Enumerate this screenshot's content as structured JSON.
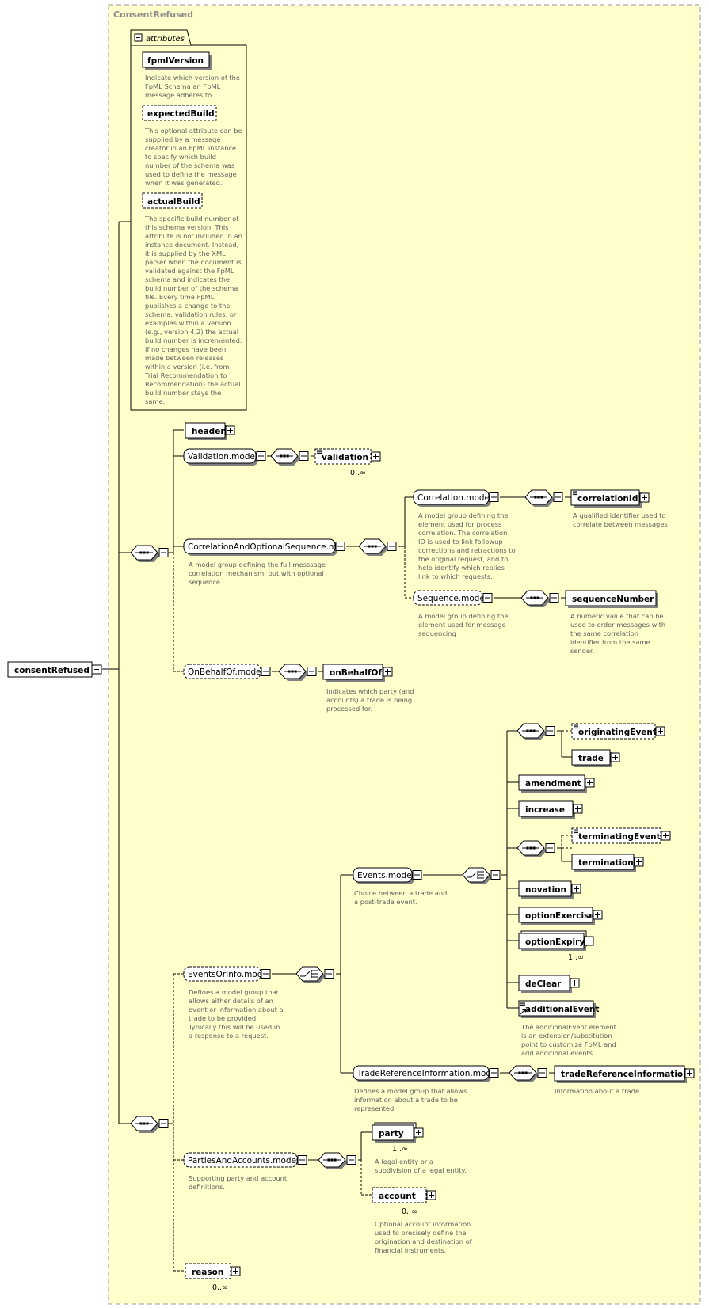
{
  "colors": {
    "canvas": "#ffffcc",
    "border": "#9a9a9a",
    "line": "#000000",
    "doc": "#606060"
  },
  "title": "ConsentRefused",
  "root": {
    "name": "consentRefused"
  },
  "attributes": {
    "header": "attributes",
    "items": [
      {
        "name": "fpmlVersion",
        "optional": false,
        "doc": [
          "Indicate which version of the",
          "FpML Schema an FpML",
          "message adheres to."
        ]
      },
      {
        "name": "expectedBuild",
        "optional": true,
        "doc": [
          "This optional attribute can be",
          "supplied by a message",
          "creator in an FpML instance",
          "to specify which build",
          "number of the schema was",
          "used to define the message",
          "when it was generated."
        ]
      },
      {
        "name": "actualBuild",
        "optional": true,
        "doc": [
          "The specific build number of",
          "this schema version. This",
          "attribute is not included in an",
          "instance document. Instead,",
          "it is supplied by the XML",
          "parser when the document is",
          "validated against the FpML",
          "schema and indicates the",
          "build number of the schema",
          "file. Every time FpML",
          "publishes a change to the",
          "schema, validation rules, or",
          "examples within a version",
          "(e.g., version 4.2) the actual",
          "build number is incremented.",
          "If no changes have been",
          "made between releases",
          "within a version (i.e. from",
          "Trial Recommendation to",
          "Recommendation) the actual",
          "build number stays the",
          "same."
        ]
      }
    ]
  },
  "nodes": {
    "header": {
      "label": "header"
    },
    "validation_model": {
      "label": "Validation.model"
    },
    "validation": {
      "label": "validation",
      "occurs": "0..∞"
    },
    "corr_opt_seq": {
      "label": "CorrelationAndOptionalSequence.mo...",
      "doc": [
        "A model group defining the full messsage",
        "correlation mechanism, but with optional",
        "sequence"
      ]
    },
    "correlation_model": {
      "label": "Correlation.model",
      "doc": [
        "A model group defining the",
        "element used for process",
        "correlation. The correlation",
        "ID is used to link followup",
        "corrections and retractions to",
        "the original request, and to",
        "help identify which replies",
        "link to which requests."
      ]
    },
    "correlationId": {
      "label": "correlationId",
      "doc": [
        "A qualified identifier used to",
        "correlate between messages"
      ]
    },
    "sequence_model": {
      "label": "Sequence.model",
      "doc": [
        "A model group defining the",
        "element used for message",
        "sequencing"
      ]
    },
    "sequenceNumber": {
      "label": "sequenceNumber",
      "doc": [
        "A numeric value that can be",
        "used to order messages with",
        "the same correlation",
        "identifier from the same",
        "sender."
      ]
    },
    "onbehalfof_model": {
      "label": "OnBehalfOf.model"
    },
    "onBehalfOf": {
      "label": "onBehalfOf",
      "doc": [
        "Indicates which party (and",
        "accounts) a trade is being",
        "processed for."
      ]
    },
    "originatingEvent": {
      "label": "originatingEvent"
    },
    "trade": {
      "label": "trade"
    },
    "amendment": {
      "label": "amendment"
    },
    "increase": {
      "label": "increase"
    },
    "terminatingEvent": {
      "label": "terminatingEvent"
    },
    "termination": {
      "label": "termination"
    },
    "events_model": {
      "label": "Events.model",
      "doc": [
        "Choice between a trade and",
        "a post-trade event."
      ]
    },
    "novation": {
      "label": "novation"
    },
    "optionExercise": {
      "label": "optionExercise"
    },
    "optionExpiry": {
      "label": "optionExpiry",
      "occurs": "1..∞"
    },
    "deClear": {
      "label": "deClear"
    },
    "additionalEvent": {
      "label": "additionalEvent",
      "doc": [
        "The additionalEvent element",
        "is an extension/substitution",
        "point to customize FpML and",
        "add additional events."
      ]
    },
    "eventsorinfo_model": {
      "label": "EventsOrInfo.model",
      "doc": [
        "Defines a model group that",
        "allows either details of an",
        "event or information about a",
        "trade to be provided.",
        "Typically this will be used in",
        "a response to a request."
      ]
    },
    "tradeRefInfo_model": {
      "label": "TradeReferenceInformation.model",
      "doc": [
        "Defines a model group that allows",
        "information about a trade to be",
        "represented."
      ]
    },
    "tradeReferenceInformation": {
      "label": "tradeReferenceInformation",
      "doc": [
        "Information about a trade."
      ]
    },
    "partiesaccounts_model": {
      "label": "PartiesAndAccounts.model",
      "doc": [
        "Supporting party and account",
        "definitions."
      ]
    },
    "party": {
      "label": "party",
      "occurs": "1..∞",
      "doc": [
        "A legal entity or a",
        "subdivision of a legal entity."
      ]
    },
    "account": {
      "label": "account",
      "occurs": "0..∞",
      "doc": [
        "Optional account information",
        "used to precisely define the",
        "origination and destination of",
        "financial instruments."
      ]
    },
    "reason": {
      "label": "reason",
      "occurs": "0..∞"
    }
  }
}
